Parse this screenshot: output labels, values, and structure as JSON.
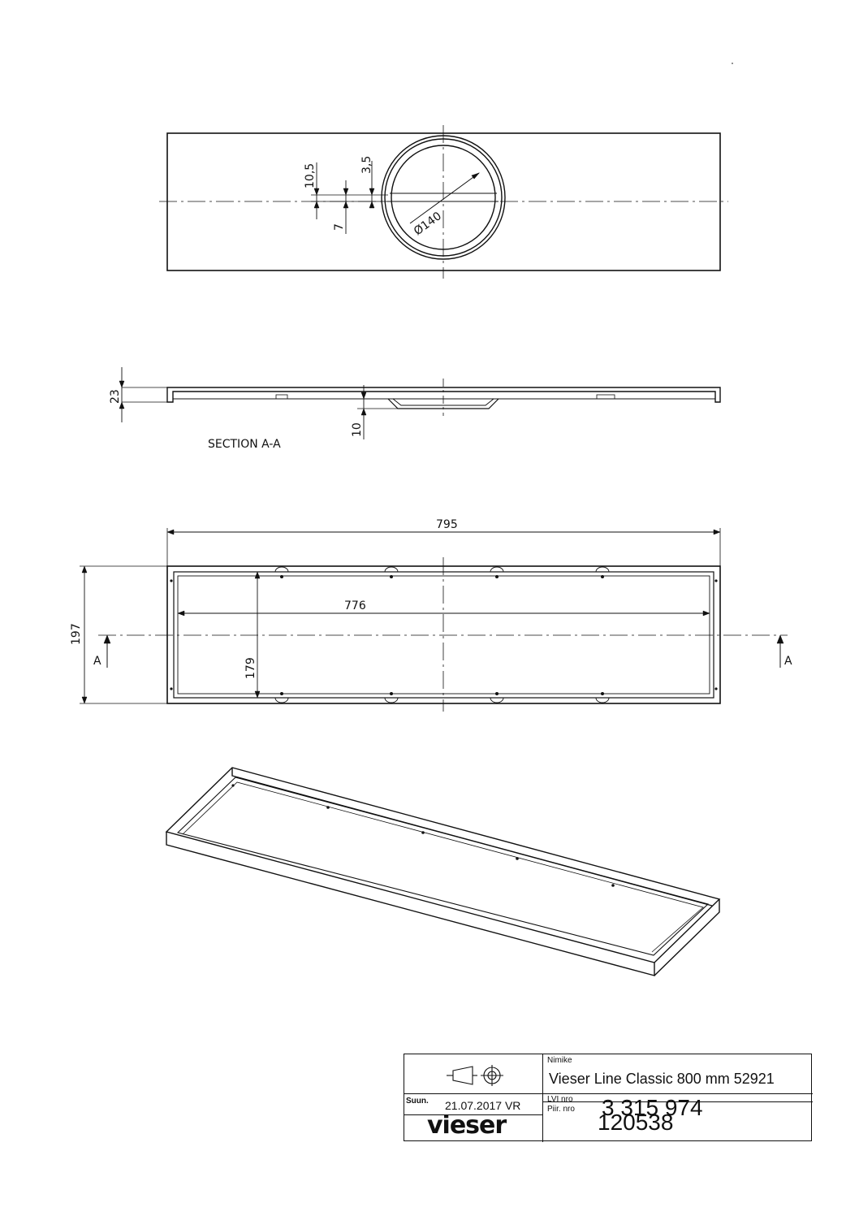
{
  "dimensions": {
    "top_view": {
      "offset_a": "10,5",
      "offset_b": "3,5",
      "offset_c": "7",
      "diameter": "Ø140"
    },
    "section": {
      "height": "23",
      "drop": "10",
      "label": "SECTION A-A"
    },
    "plan": {
      "outer_length": "795",
      "inner_length": "776",
      "outer_width": "197",
      "inner_width": "179",
      "section_marker_left": "A",
      "section_marker_right": "A"
    }
  },
  "title_block": {
    "name_label": "Nimike",
    "name_value": "Vieser Line Classic 800 mm 52921",
    "designer_label": "Suun.",
    "designer_value": "21.07.2017 VR",
    "lvi_label": "LVI nro",
    "lvi_value": "3 315 974",
    "drawing_label": "Piir. nro",
    "drawing_value": "120538",
    "logo": "vieser"
  },
  "icons": [
    "projection-symbol-icon"
  ]
}
